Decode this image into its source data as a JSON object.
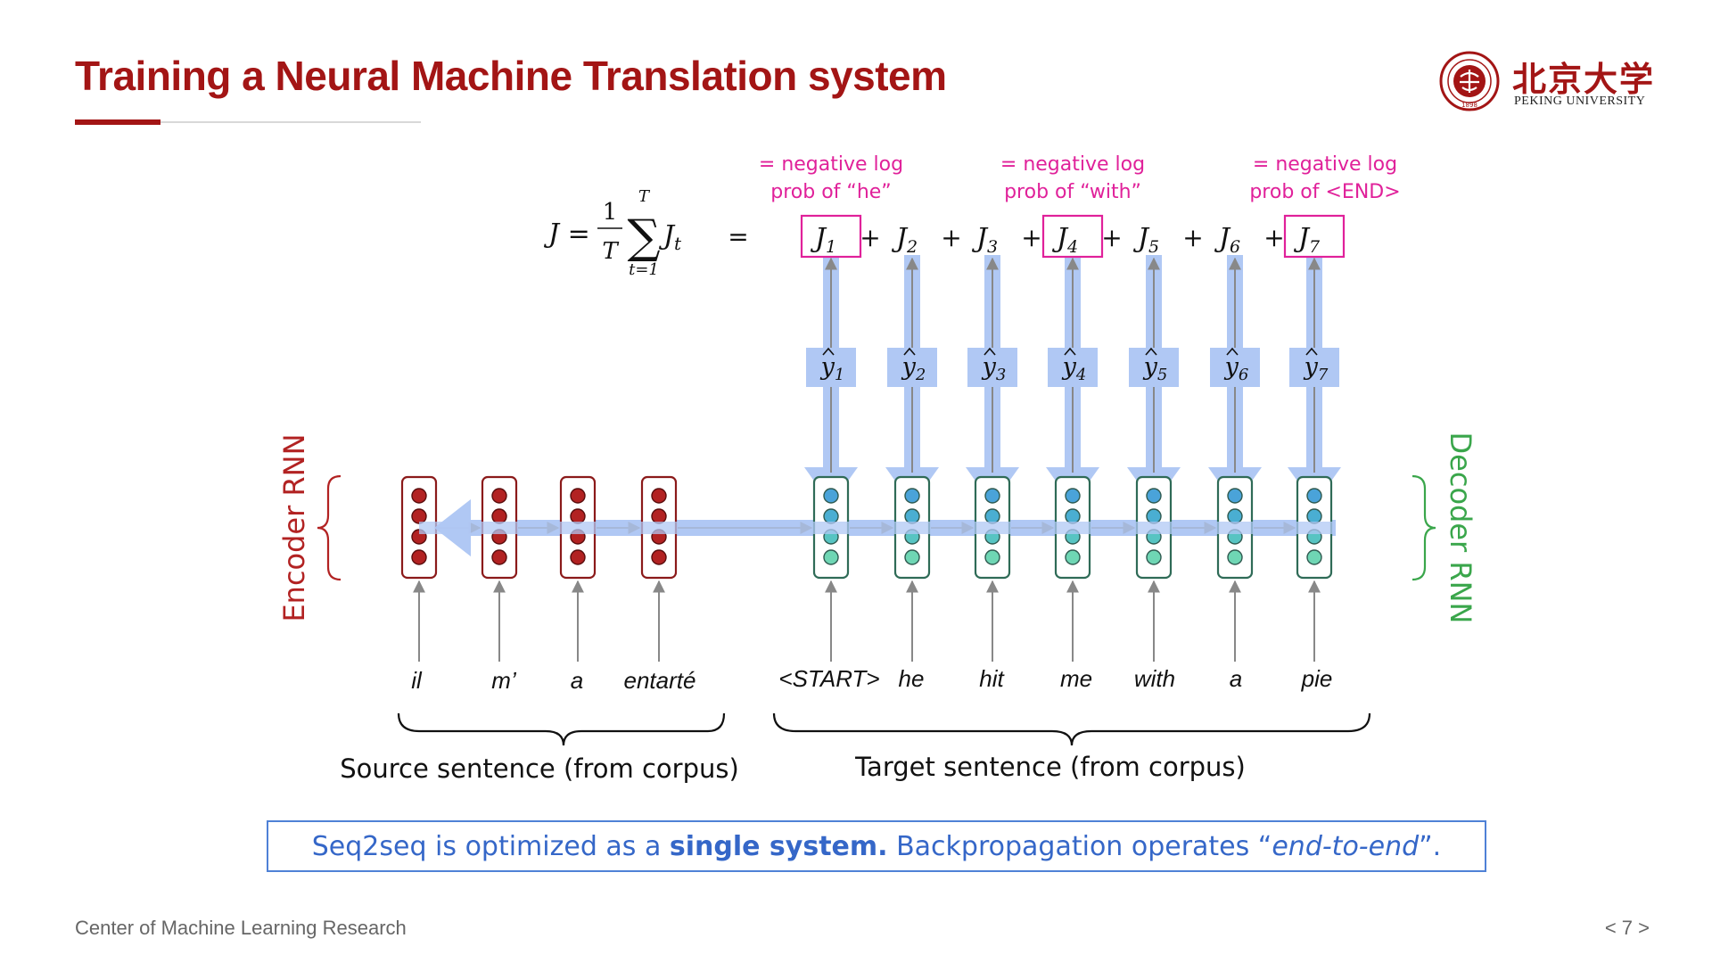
{
  "slide": {
    "title": "Training a Neural Machine Translation system",
    "footer_left": "Center of Machine Learning Research",
    "page_number": "< 7 >"
  },
  "logo": {
    "name_cn": "北京大学",
    "name_en": "PEKING UNIVERSITY",
    "seal_year": "1898"
  },
  "formula": {
    "lhs": "J =",
    "frac_num": "1",
    "frac_den": "T",
    "sum_top": "T",
    "sum_bottom": "t=1",
    "term": "J",
    "term_sub": "t",
    "equals": "=",
    "plus": "+",
    "loss_terms": [
      {
        "symbol": "J",
        "sub": "1",
        "boxed": true
      },
      {
        "symbol": "J",
        "sub": "2",
        "boxed": false
      },
      {
        "symbol": "J",
        "sub": "3",
        "boxed": false
      },
      {
        "symbol": "J",
        "sub": "4",
        "boxed": true
      },
      {
        "symbol": "J",
        "sub": "5",
        "boxed": false
      },
      {
        "symbol": "J",
        "sub": "6",
        "boxed": false
      },
      {
        "symbol": "J",
        "sub": "7",
        "boxed": true
      }
    ]
  },
  "annotations": [
    {
      "line1": "= negative log",
      "line2": "prob of “he”",
      "term_index": 0
    },
    {
      "line1": "= negative log",
      "line2": "prob of “with”",
      "term_index": 3
    },
    {
      "line1": "= negative log",
      "line2": "prob of <END>",
      "term_index": 6
    }
  ],
  "outputs": [
    {
      "symbol": "y",
      "sub": "1"
    },
    {
      "symbol": "y",
      "sub": "2"
    },
    {
      "symbol": "y",
      "sub": "3"
    },
    {
      "symbol": "y",
      "sub": "4"
    },
    {
      "symbol": "y",
      "sub": "5"
    },
    {
      "symbol": "y",
      "sub": "6"
    },
    {
      "symbol": "y",
      "sub": "7"
    }
  ],
  "encoder": {
    "label": "Encoder RNN",
    "words": [
      "il",
      "m’",
      "a",
      "entarté"
    ],
    "caption": "Source sentence (from corpus)"
  },
  "decoder": {
    "label": "Decoder RNN",
    "words": [
      "<START>",
      "he",
      "hit",
      "me",
      "with",
      "a",
      "pie"
    ],
    "caption": "Target sentence (from corpus)"
  },
  "colors": {
    "title": "#a31515",
    "encoder_cell": "#b22222",
    "decoder_dot": "#4ab3c9",
    "decoder_border": "#2f6b57",
    "gradient_arrow": "#b0c8f4",
    "annotation": "#e0219a",
    "banner": "#3567c8"
  },
  "banner": {
    "part1": "Seq2seq is optimized as a ",
    "bold": "single system.",
    "part2": " Backpropagation operates “",
    "italic": "end-to-end",
    "part3": "”."
  }
}
